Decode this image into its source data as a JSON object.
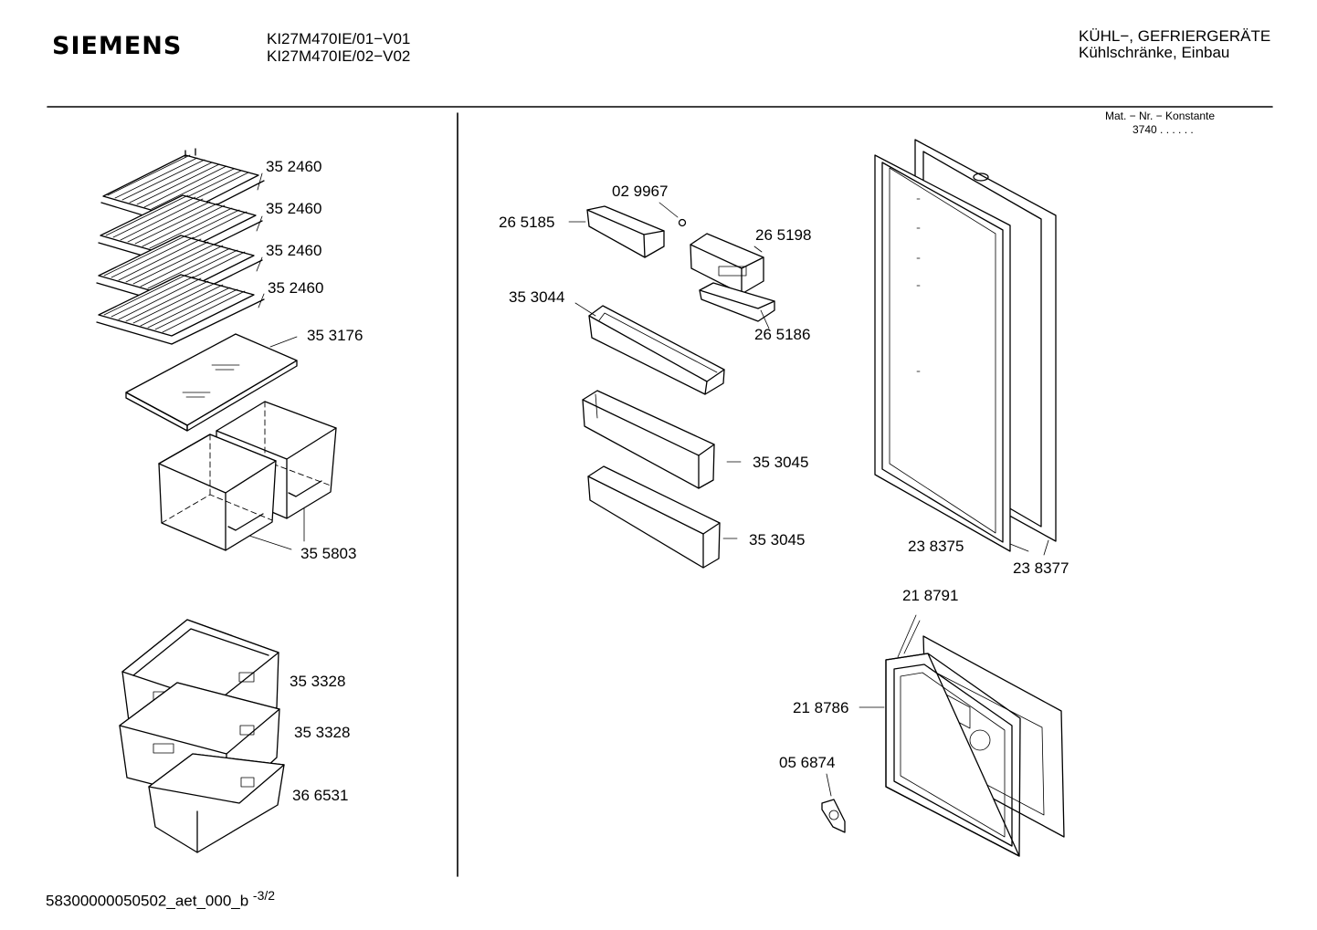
{
  "header": {
    "brand": "SIEMENS",
    "model_line_1": "KI27M470IE/01−V01",
    "model_line_2": "KI27M470IE/02−V02",
    "category_line_1": "KÜHL−, GEFRIERGERÄTE",
    "category_line_2": "Kühlschränke, Einbau",
    "mat_label": "Mat. − Nr. − Konstante",
    "mat_value": "3740  .  .    .  .  .  ."
  },
  "parts": {
    "shelf_1": "35 2460",
    "shelf_2": "35 2460",
    "shelf_3": "35 2460",
    "shelf_4": "35 2460",
    "glass_shelf": "35 3176",
    "crisper": "35 5803",
    "drawer_1": "35 3328",
    "drawer_2": "35 3328",
    "drawer_3": "36 6531",
    "screw": "02 9967",
    "small_shelf": "26 5185",
    "flap": "26 5198",
    "flap_holder": "26 5186",
    "door_shelf_top": "35 3044",
    "door_shelf_mid": "35 3045",
    "door_shelf_low": "35 3045",
    "door_gasket": "23 8375",
    "door_panel": "23 8377",
    "freezer_door": "21 8791",
    "freezer_gasket": "21 8786",
    "thermometer": "05 6874"
  },
  "footer": {
    "doc_id": "58300000050502_aet_000_b",
    "page": "-3/2"
  }
}
